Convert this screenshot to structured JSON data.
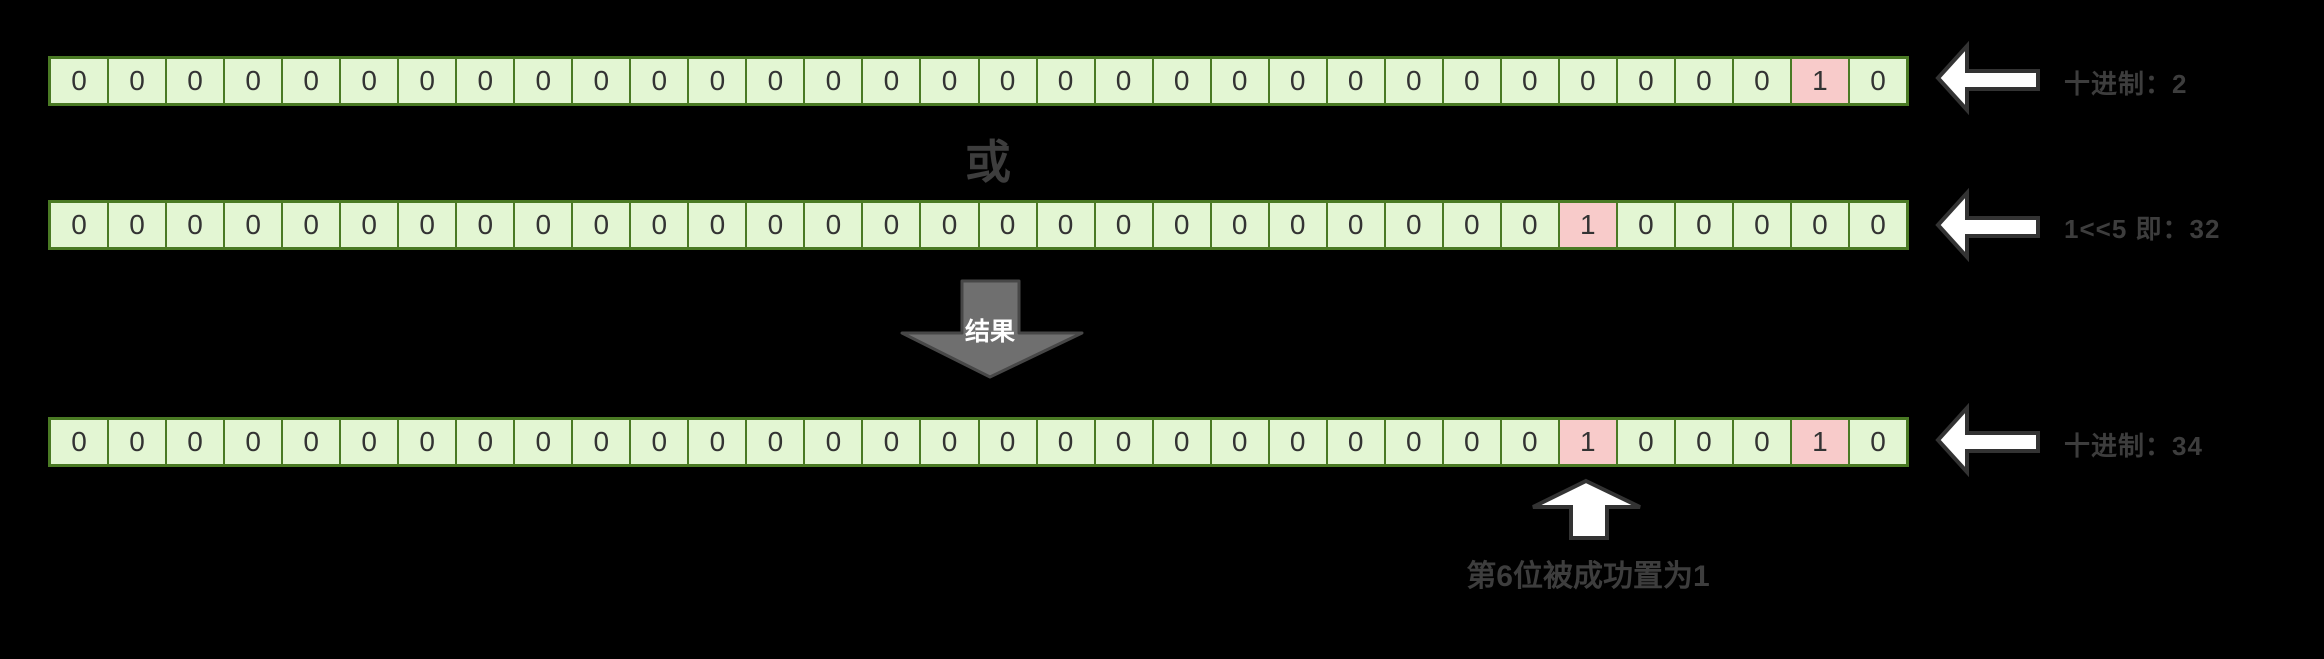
{
  "title": "bitwise OR set-bit diagram",
  "operator_label": "或",
  "result_label": "结果",
  "rows": [
    {
      "name": "operand-a",
      "bits": "00000000000000000000000000000010",
      "label": "十进制：2"
    },
    {
      "name": "operand-b",
      "bits": "00000000000000000000000000100000",
      "label": "1<<5 即：32"
    },
    {
      "name": "result",
      "bits": "00000000000000000000000000100010",
      "label": "十进制：34"
    }
  ],
  "annotation": "第6位被成功置为1",
  "icons": {
    "result_arrow": "down-arrow-icon",
    "row_pointers": "left-arrow-icon",
    "bit_pointer": "up-arrow-icon"
  },
  "colors": {
    "background": "#000000",
    "cell_fill": "#e3f6d3",
    "cell_border": "#4a7a24",
    "highlight_fill": "#f8cbca",
    "digit": "#333333",
    "label": "#3d3d3d",
    "result_arrow_fill": "#6f6f6f",
    "result_arrow_stroke": "#474747",
    "white_arrow_fill": "#ffffff",
    "white_arrow_stroke": "#333333"
  }
}
